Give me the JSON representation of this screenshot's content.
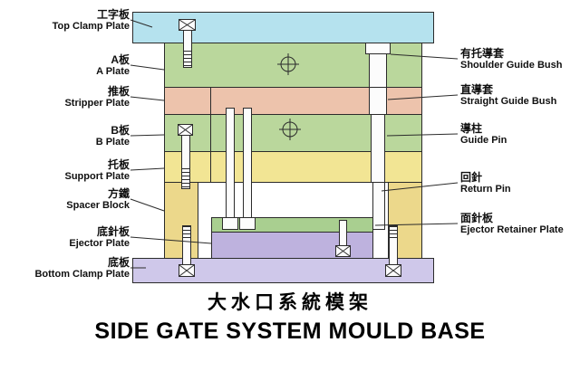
{
  "title": {
    "chinese": "大水口系統模架",
    "english": "SIDE GATE SYSTEM MOULD BASE"
  },
  "left_labels": [
    {
      "cn": "工字板",
      "en": "Top Clamp Plate"
    },
    {
      "cn": "A板",
      "en": "A Plate"
    },
    {
      "cn": "推板",
      "en": "Stripper Plate"
    },
    {
      "cn": "B板",
      "en": "B Plate"
    },
    {
      "cn": "托板",
      "en": "Support Plate"
    },
    {
      "cn": "方鐵",
      "en": "Spacer Block"
    },
    {
      "cn": "底針板",
      "en": "Ejector Plate"
    },
    {
      "cn": "底板",
      "en": "Bottom Clamp Plate"
    }
  ],
  "right_labels": [
    {
      "cn": "有托導套",
      "en": "Shoulder Guide Bush"
    },
    {
      "cn": "直導套",
      "en": "Straight Guide Bush"
    },
    {
      "cn": "導柱",
      "en": "Guide Pin"
    },
    {
      "cn": "回針",
      "en": "Return Pin"
    },
    {
      "cn": "面針板",
      "en": "Ejector Retainer Plate"
    }
  ],
  "colors": {
    "top_clamp": "#b5e2ee",
    "a_plate": "#bad79c",
    "stripper": "#edc3ac",
    "b_plate": "#bad79c",
    "support": "#f2e594",
    "spacer": "#ecd88b",
    "retainer": "#a9cf90",
    "ejector": "#beb2de",
    "bottom_clamp": "#cfc8ea",
    "pin": "#fcfcfc",
    "outline": "#2b2b2b"
  }
}
